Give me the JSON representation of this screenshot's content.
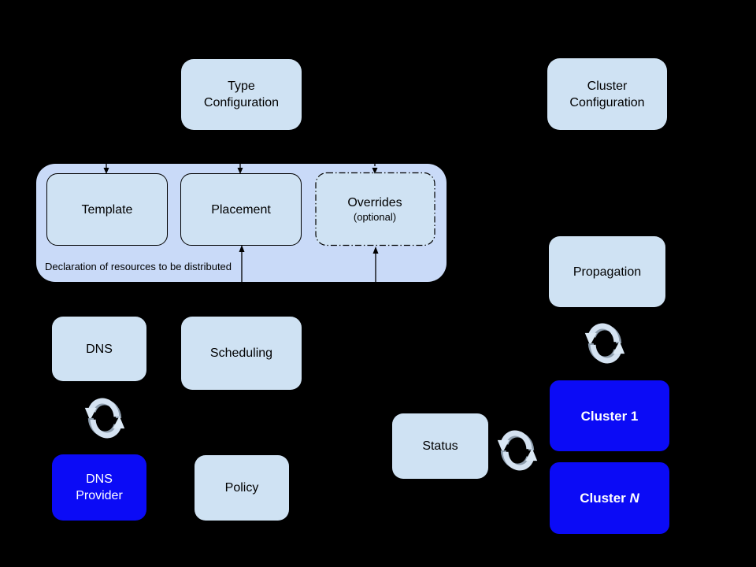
{
  "colors": {
    "background": "#000000",
    "node_fill": "#cfe2f3",
    "group_fill": "#c9daf8",
    "accent_blue": "#0b0bf6",
    "node_text": "#000000",
    "accent_text": "#ffffff",
    "connector": "#000000",
    "sync_arrow": "#d4e2f1",
    "sync_arrow_shadow": "#8d9dad"
  },
  "icons": {
    "sync_icon": "two curved chasing arrows forming a circle (bidirectional sync)"
  },
  "nodes": {
    "type_configuration": {
      "label": "Type\nConfiguration"
    },
    "cluster_configuration": {
      "label": "Cluster\nConfiguration"
    },
    "template": {
      "label": "Template"
    },
    "placement": {
      "label": "Placement"
    },
    "overrides": {
      "label": "Overrides",
      "sublabel": "(optional)"
    },
    "dns": {
      "label": "DNS"
    },
    "scheduling": {
      "label": "Scheduling"
    },
    "propagation": {
      "label": "Propagation"
    },
    "dns_provider": {
      "label": "DNS\nProvider"
    },
    "policy": {
      "label": "Policy"
    },
    "status": {
      "label": "Status"
    },
    "cluster_1": {
      "label": "Cluster 1"
    },
    "cluster_n": {
      "label_prefix": "Cluster",
      "label_suffix": "N"
    }
  },
  "group": {
    "caption": "Declaration of resources to be distributed"
  }
}
